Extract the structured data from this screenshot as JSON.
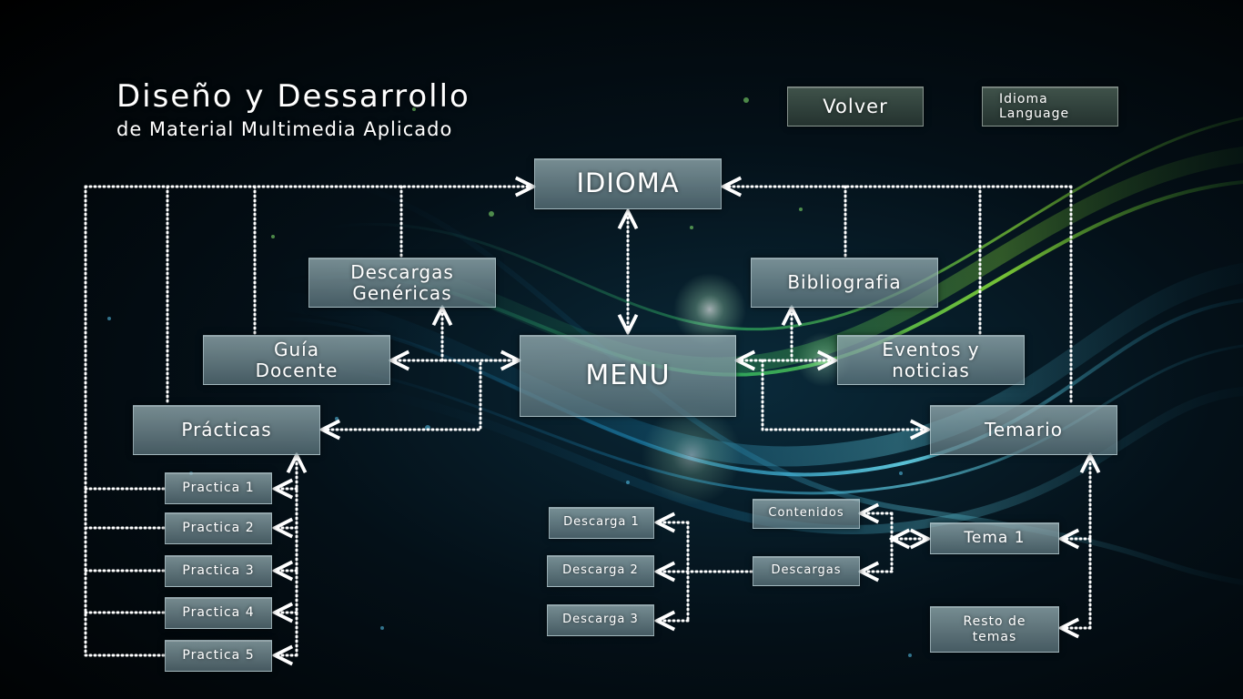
{
  "header": {
    "title": "Diseño y Dessarrollo",
    "subtitle": "de Material Multimedia Aplicado"
  },
  "controls": {
    "back_label": "Volver",
    "language_line1": "Idioma",
    "language_line2": "Language"
  },
  "nodes": {
    "idioma": "IDIOMA",
    "menu": "MENU",
    "descargas_genericas_line1": "Descargas",
    "descargas_genericas_line2": "Genéricas",
    "bibliografia": "Bibliografia",
    "guia_line1": "Guía",
    "guia_line2": "Docente",
    "eventos_line1": "Eventos y",
    "eventos_line2": "noticias",
    "practicas": "Prácticas",
    "temario": "Temario",
    "practica_items": [
      "Practica 1",
      "Practica 2",
      "Practica 3",
      "Practica 4",
      "Practica 5"
    ],
    "descarga_items": [
      "Descarga 1",
      "Descarga 2",
      "Descarga 3"
    ],
    "contenidos": "Contenidos",
    "descargas": "Descargas",
    "tema1": "Tema 1",
    "resto_line1": "Resto de",
    "resto_line2": "temas"
  },
  "colors": {
    "background": "#000000",
    "wave_green": "#6bd62a",
    "wave_cyan": "#3ac8e8",
    "connector": "#ffffff"
  }
}
